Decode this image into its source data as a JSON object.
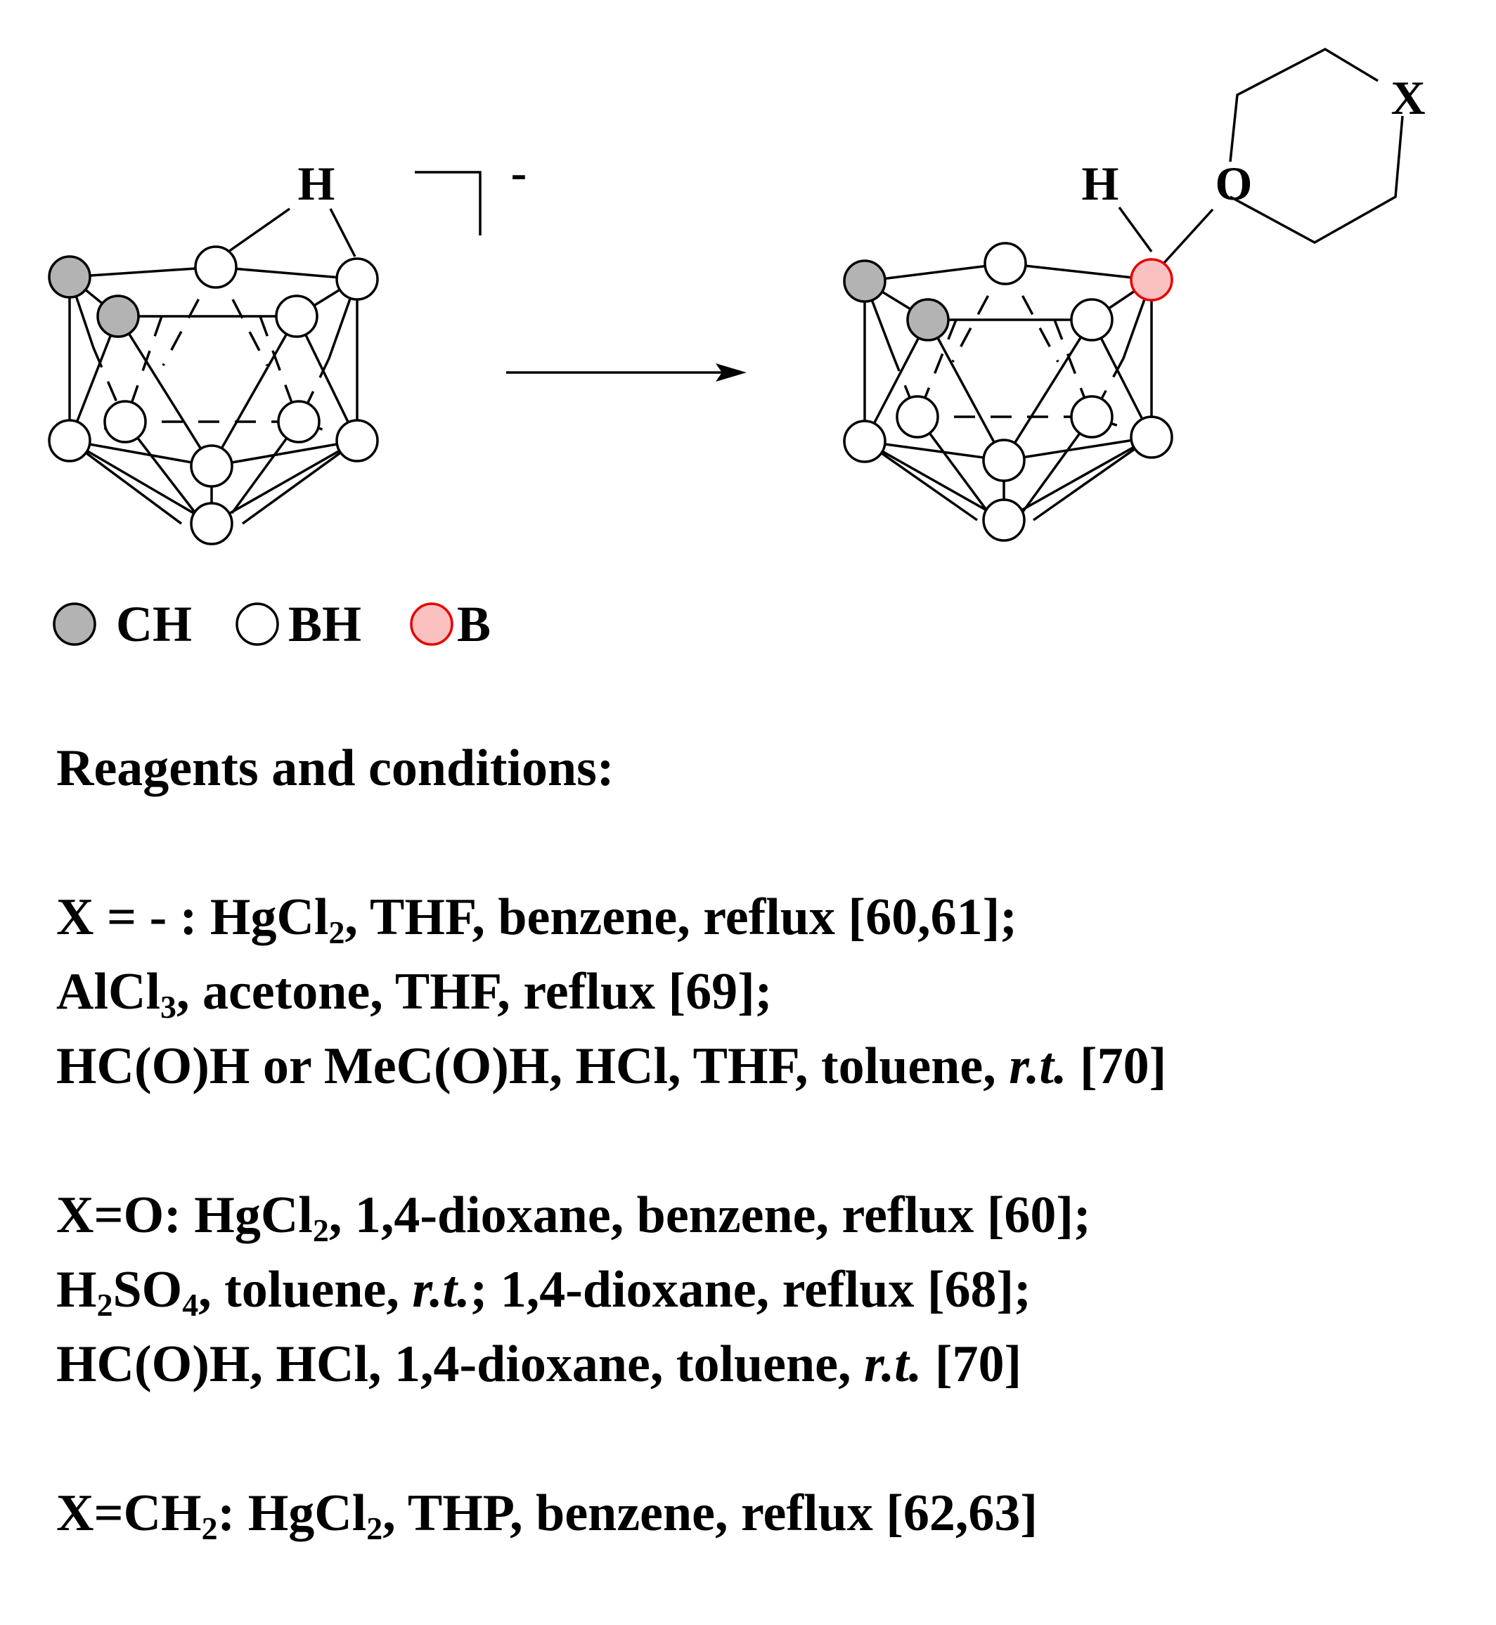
{
  "diagram": {
    "reactant": {
      "bridge_hydrogen": "H",
      "charge": "-"
    },
    "product": {
      "bridge_hydrogen": "H",
      "ring_oxygen": "O",
      "ring_substituent": "X"
    },
    "colors": {
      "CH": "#b3b3b3",
      "BH": "#ffffff",
      "B": "#fbc0c0",
      "B_outline": "#e60000",
      "bond": "#000000"
    }
  },
  "legend": {
    "ch": "CH",
    "bh": "BH",
    "b": "B"
  },
  "conditions": {
    "heading": "Reagents and conditions:",
    "group1": {
      "l1_a": "X = - : HgCl",
      "l1_sub": "2",
      "l1_b": ", THF, benzene, reflux [60,61];",
      "l2_a": "AlCl",
      "l2_sub": "3",
      "l2_b": ", acetone, THF, reflux [69];",
      "l3_a": "HC(O)H or MeC(O)H, HCl, THF, toluene, ",
      "l3_i": "r.t.",
      "l3_b": " [70]"
    },
    "group2": {
      "l1_a": "X=O: HgCl",
      "l1_sub": "2",
      "l1_b": ", 1,4-dioxane, benzene, reflux [60];",
      "l2_a": "H",
      "l2_sub1": "2",
      "l2_mid": "SO",
      "l2_sub2": "4",
      "l2_b": ", toluene, ",
      "l2_i": "r.t.",
      "l2_c": "; 1,4-dioxane, reflux [68];",
      "l3_a": "HC(O)H, HCl, 1,4-dioxane, toluene, ",
      "l3_i": "r.t.",
      "l3_b": "  [70]"
    },
    "group3": {
      "l1_a": "X=CH",
      "l1_sub": "2",
      "l1_b": ": HgCl",
      "l1_sub2": "2",
      "l1_c": ", THP, benzene, reflux [62,63]"
    }
  }
}
